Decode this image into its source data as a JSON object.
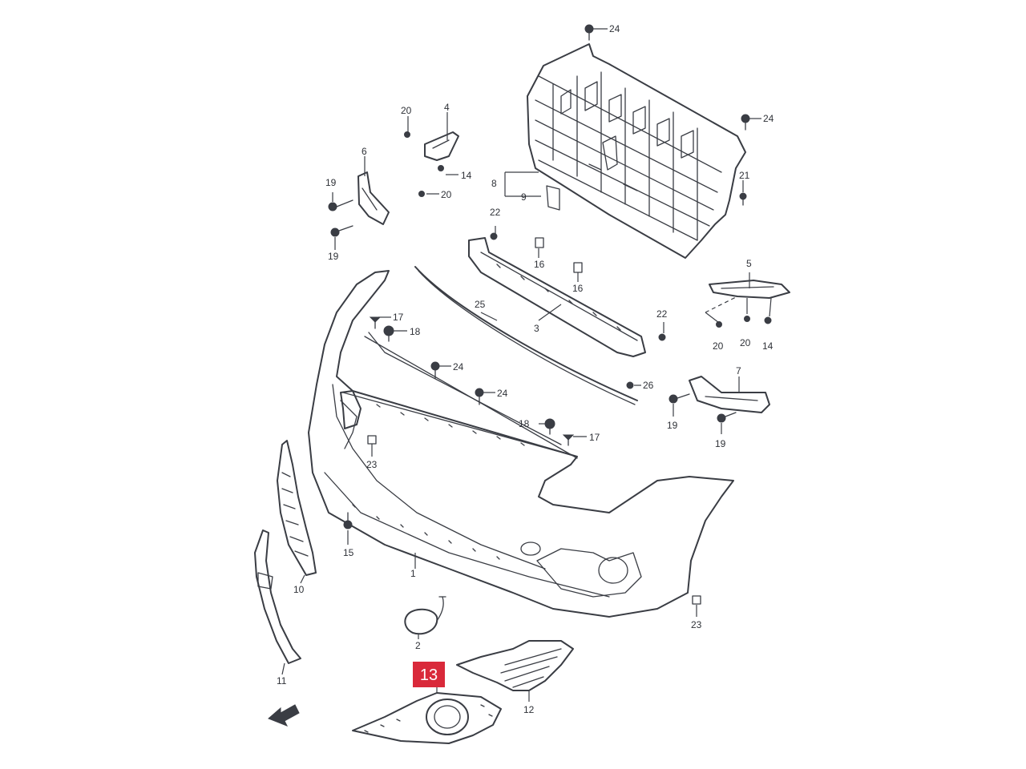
{
  "callouts": {
    "c1": "1",
    "c2": "2",
    "c3": "3",
    "c4": "4",
    "c5": "5",
    "c6": "6",
    "c7": "7",
    "c8": "8",
    "c9": "9",
    "c10": "10",
    "c11": "11",
    "c12": "12",
    "c13": "13",
    "c14a": "14",
    "c14b": "14",
    "c15": "15",
    "c16a": "16",
    "c16b": "16",
    "c17a": "17",
    "c17b": "17",
    "c18a": "18",
    "c18b": "18",
    "c19a": "19",
    "c19b": "19",
    "c19c": "19",
    "c19d": "19",
    "c20a": "20",
    "c20b": "20",
    "c20c": "20",
    "c20d": "20",
    "c21": "21",
    "c22a": "22",
    "c22b": "22",
    "c23a": "23",
    "c23b": "23",
    "c24a": "24",
    "c24b": "24",
    "c24c": "24",
    "c24d": "24",
    "c25": "25",
    "c26": "26"
  },
  "highlight": {
    "part": "13",
    "color": "#d9293a"
  }
}
